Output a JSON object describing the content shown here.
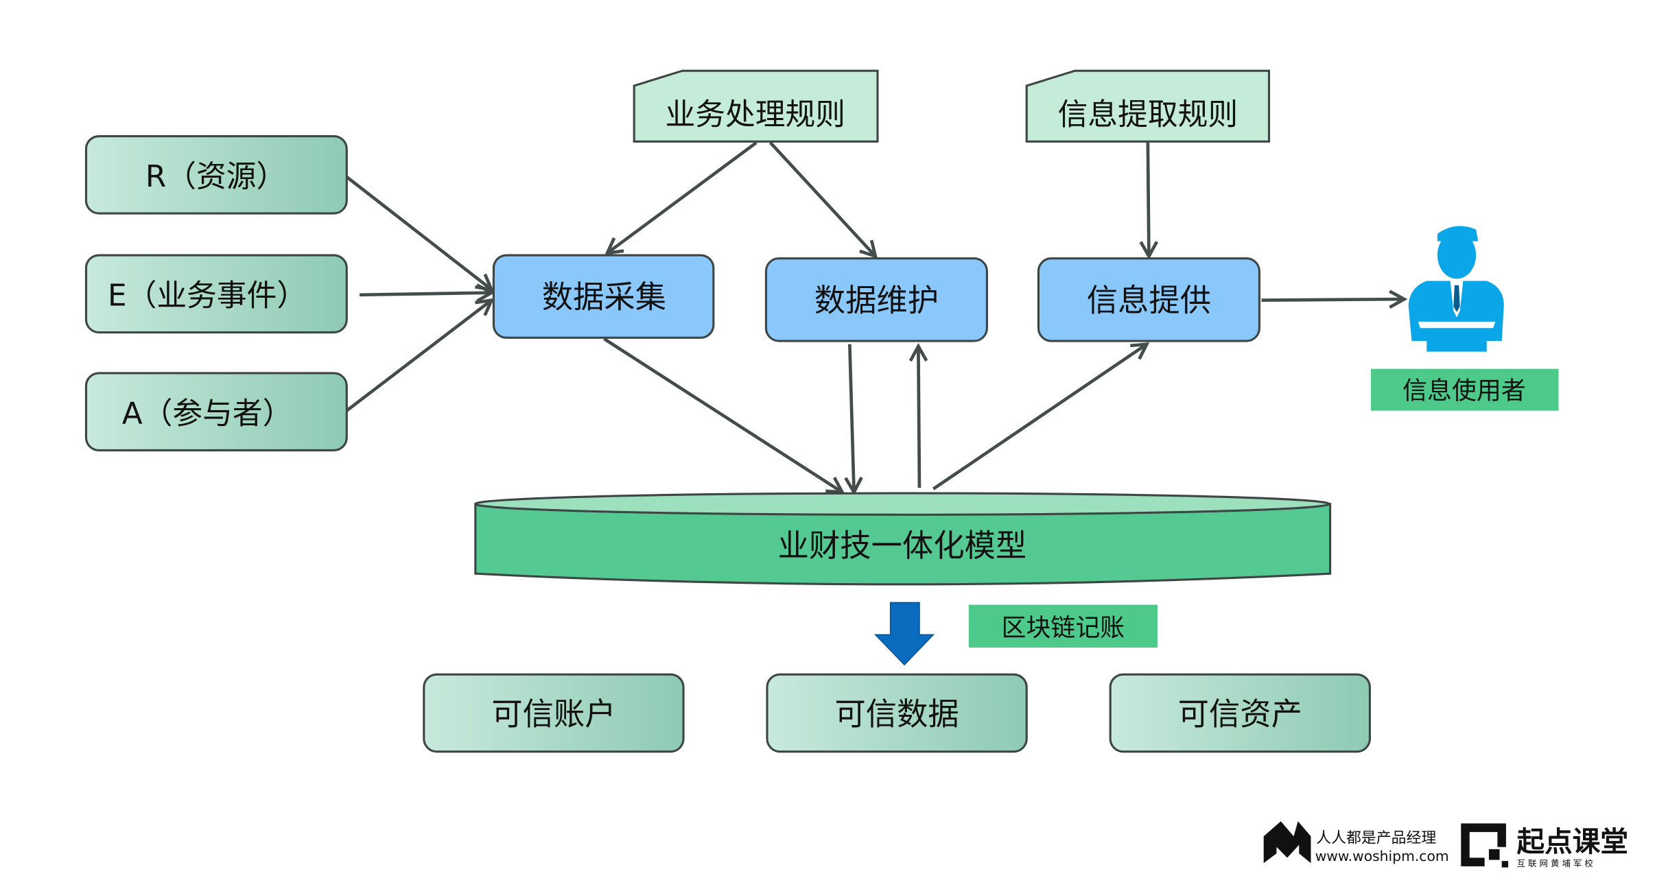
{
  "inputs": [
    {
      "label": "R（资源）"
    },
    {
      "label": "E（业务事件）"
    },
    {
      "label": "A（参与者）"
    }
  ],
  "rules": [
    {
      "label": "业务处理规则"
    },
    {
      "label": "信息提取规则"
    }
  ],
  "processes": [
    {
      "label": "数据采集"
    },
    {
      "label": "数据维护"
    },
    {
      "label": "信息提供"
    }
  ],
  "user": {
    "label": "信息使用者",
    "icon": "businessman-icon"
  },
  "model": {
    "label": "业财技一体化模型"
  },
  "blockchain": {
    "label": "区块链记账",
    "icon": "down-arrow-icon"
  },
  "outputs": [
    {
      "label": "可信账户"
    },
    {
      "label": "可信数据"
    },
    {
      "label": "可信资产"
    }
  ],
  "logos": {
    "woshipm": {
      "name": "人人都是产品经理",
      "url": "www.woshipm.com"
    },
    "qidian": {
      "name": "起点课堂",
      "tagline": "互 联 网 黄 埔 军 校"
    }
  },
  "colors": {
    "input_fill_light": "#c8e9dd",
    "input_fill_dark": "#8ecab4",
    "rule_fill": "#c5ebd9",
    "process_fill": "#8ac8fb",
    "model_body": "#55c992",
    "model_top": "#9ce0bd",
    "label_green": "#4dc98a",
    "user_blue": "#0aa6e8",
    "arrow_blue": "#0a6cbf",
    "line": "#444c4c"
  }
}
